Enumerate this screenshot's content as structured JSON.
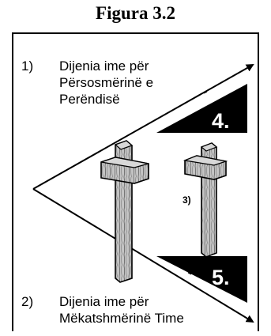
{
  "figure": {
    "title": "Figura 3.2"
  },
  "item1": {
    "number": "1)",
    "line1": "Dijenia ime për",
    "line2": "Përsosmërinë e",
    "line3": "Perëndisë"
  },
  "item2": {
    "number": "2)",
    "line1": "Dijenia ime për",
    "line2": "Mëkatshmërinë Time"
  },
  "markers": {
    "upper": "4.",
    "lower": "5.",
    "middle": "3)"
  },
  "colors": {
    "ink": "#000000",
    "wood": "#b8b8b8"
  }
}
